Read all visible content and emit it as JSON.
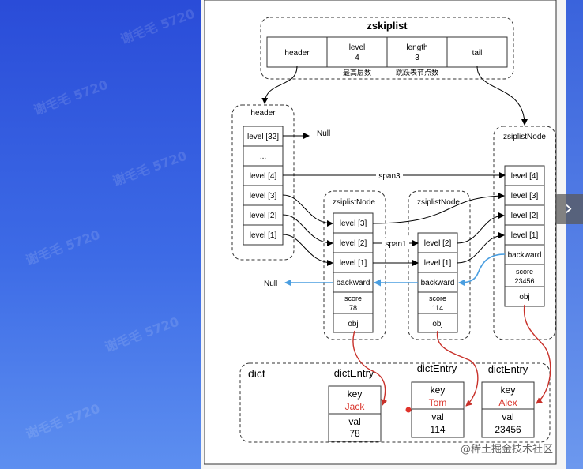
{
  "background_watermark": "谢毛毛 5720",
  "zskiplist": {
    "title": "zskiplist",
    "fields": [
      {
        "label": "header",
        "value": ""
      },
      {
        "label": "level",
        "value": "4"
      },
      {
        "label": "length",
        "value": "3"
      },
      {
        "label": "tail",
        "value": ""
      }
    ],
    "level_note": "最高层数",
    "length_note": "跳跃表节点数"
  },
  "header_node": {
    "title": "header",
    "levels": [
      "level [32]",
      "...",
      "level [4]",
      "level [3]",
      "level [2]",
      "level [1]"
    ]
  },
  "null_top": "Null",
  "null_left": "Null",
  "span3": "span3",
  "span1": "span1",
  "nodes": [
    {
      "title": "zsiplistNode",
      "levels": [
        "level [3]",
        "level [2]",
        "level [1]"
      ],
      "backward": "backward",
      "score_label": "score",
      "score": "78",
      "obj": "obj"
    },
    {
      "title": "zsiplistNode",
      "levels": [
        "level [2]",
        "level [1]"
      ],
      "backward": "backward",
      "score_label": "score",
      "score": "114",
      "obj": "obj"
    },
    {
      "title": "zsiplistNode",
      "levels": [
        "level [4]",
        "level [3]",
        "level [2]",
        "level [1]"
      ],
      "backward": "backward",
      "score_label": "score",
      "score": "23456",
      "obj": "obj"
    }
  ],
  "dict": {
    "label": "dict",
    "entries": [
      {
        "title": "dictEntry",
        "key_label": "key",
        "key": "Jack",
        "val_label": "val",
        "val": "78"
      },
      {
        "title": "dictEntry",
        "key_label": "key",
        "key": "Tom",
        "val_label": "val",
        "val": "114"
      },
      {
        "title": "dictEntry",
        "key_label": "key",
        "key": "Alex",
        "val_label": "val",
        "val": "23456"
      }
    ]
  },
  "colors": {
    "arrow": "#000000",
    "backward": "#4a9ee0",
    "obj_link": "#c8312a",
    "key_text": "#d9352c"
  },
  "footer_watermark": "@稀土掘金技术社区"
}
